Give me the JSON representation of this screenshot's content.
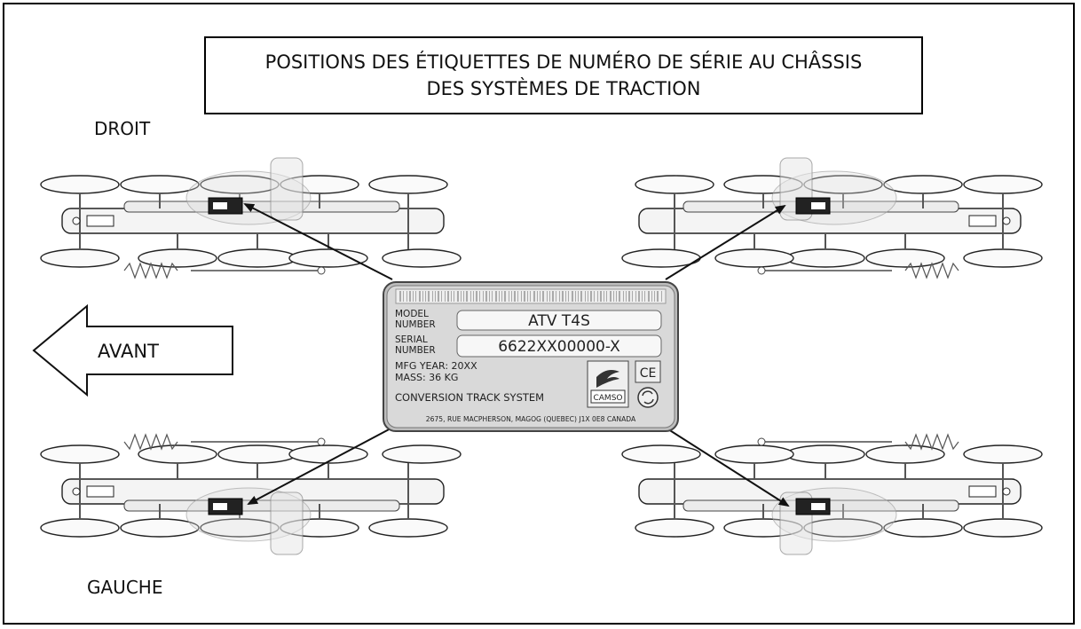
{
  "title": {
    "line1": "POSITIONS DES ÉTIQUETTES DE NUMÉRO DE SÉRIE AU CHÂSSIS",
    "line2": "DES SYSTÈMES DE TRACTION"
  },
  "labels": {
    "right": "DROIT",
    "left": "GAUCHE",
    "front": "AVANT"
  },
  "plate": {
    "model_label_1": "MODEL",
    "model_label_2": "NUMBER",
    "model_value": "ATV  T4S",
    "serial_label_1": "SERIAL",
    "serial_label_2": "NUMBER",
    "serial_value": "6622XX00000-X",
    "mfg_year": "MFG  YEAR:  20XX",
    "mass": "MASS:  36  KG",
    "system": "CONVERSION  TRACK  SYSTEM",
    "brand": "CAMSO",
    "ce_mark": "CE",
    "address": "2675, RUE MACPHERSON, MAGOG (QUEBEC) J1X 0E8 CANADA"
  },
  "icons": {
    "arrow": "arrow-left-icon",
    "brand_logo": "camso-logo-icon",
    "recycle": "recycle-icon"
  },
  "colors": {
    "plate_fill": "#d9d9d9",
    "plate_border": "#555555",
    "track_fill": "#f2f2f2",
    "track_stroke": "#222222"
  }
}
